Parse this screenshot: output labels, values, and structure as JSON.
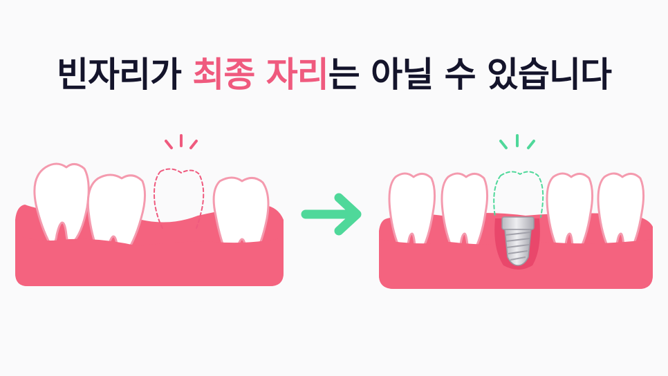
{
  "headline": {
    "part1": "빈자리가 ",
    "part2": "최종 자리",
    "part3": "는 아닐 수 있습니다"
  },
  "colors": {
    "text": "#14142b",
    "accent": "#ef5a7e",
    "gum": "#f4637f",
    "tooth_fill": "#ffffff",
    "tooth_outline": "#f49aae",
    "arrow": "#4fd89a",
    "implant_screw": "#d3d3d8"
  },
  "panels": {
    "before": {
      "label_icon": "missing-tooth-highlight-icon",
      "state": "gap-with-shifted-teeth"
    },
    "after": {
      "label_icon": "implant-highlight-icon",
      "state": "implant-placed"
    }
  }
}
